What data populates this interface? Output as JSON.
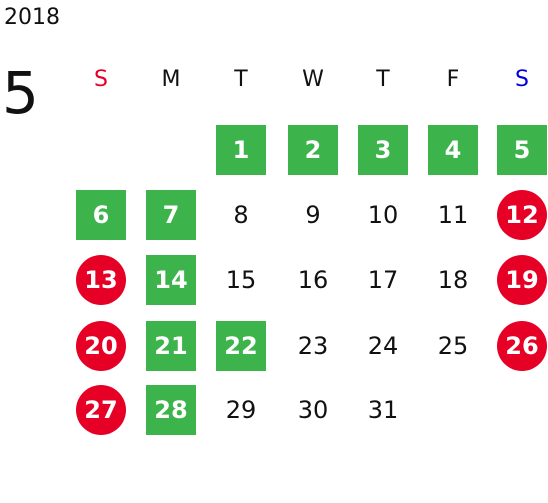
{
  "calendar": {
    "year": "2018",
    "month": "5",
    "weekdays": [
      {
        "label": "S",
        "color": "#e60026"
      },
      {
        "label": "M",
        "color": "#111111"
      },
      {
        "label": "T",
        "color": "#111111"
      },
      {
        "label": "W",
        "color": "#111111"
      },
      {
        "label": "T",
        "color": "#111111"
      },
      {
        "label": "F",
        "color": "#111111"
      },
      {
        "label": "S",
        "color": "#0000dd"
      }
    ],
    "first_weekday_index": 2,
    "days_in_month": 31,
    "green_days": [
      1,
      2,
      3,
      4,
      5,
      6,
      7,
      14,
      21,
      22,
      28
    ],
    "red_days": [
      12,
      13,
      19,
      20,
      26,
      27
    ],
    "colors": {
      "green": "#3cb44b",
      "red": "#e60026"
    }
  }
}
